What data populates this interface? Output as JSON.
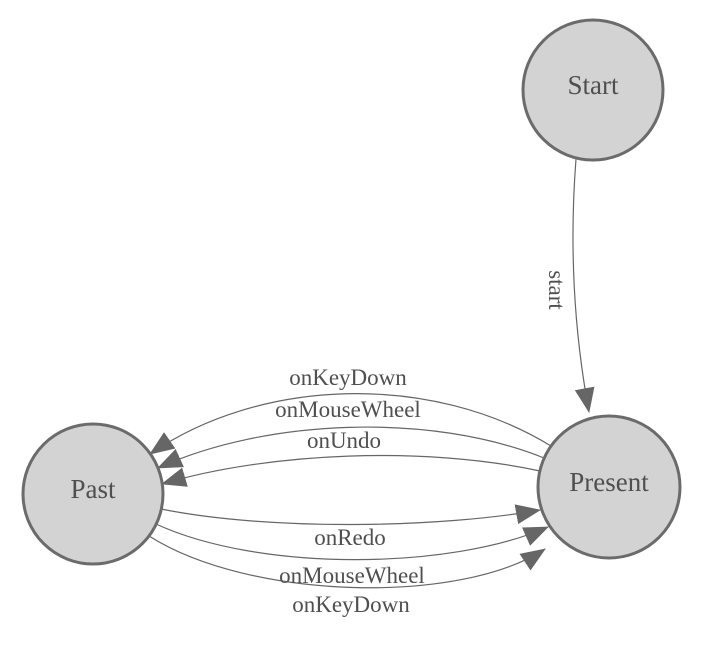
{
  "diagram": {
    "type": "state-machine",
    "colors": {
      "node_fill": "#d3d3d3",
      "node_border": "#6b6b6b",
      "edge": "#666666",
      "label_text": "#4f4f4f"
    },
    "nodes": [
      {
        "id": "start",
        "label": "Start"
      },
      {
        "id": "present",
        "label": "Present"
      },
      {
        "id": "past",
        "label": "Past"
      }
    ],
    "edges": [
      {
        "from": "Start",
        "to": "Present",
        "label": "start"
      },
      {
        "from": "Present",
        "to": "Past",
        "label": "onKeyDown"
      },
      {
        "from": "Present",
        "to": "Past",
        "label": "onMouseWheel"
      },
      {
        "from": "Present",
        "to": "Past",
        "label": "onUndo"
      },
      {
        "from": "Past",
        "to": "Present",
        "label": "onRedo"
      },
      {
        "from": "Past",
        "to": "Present",
        "label": "onMouseWheel"
      },
      {
        "from": "Past",
        "to": "Present",
        "label": "onKeyDown"
      }
    ]
  }
}
